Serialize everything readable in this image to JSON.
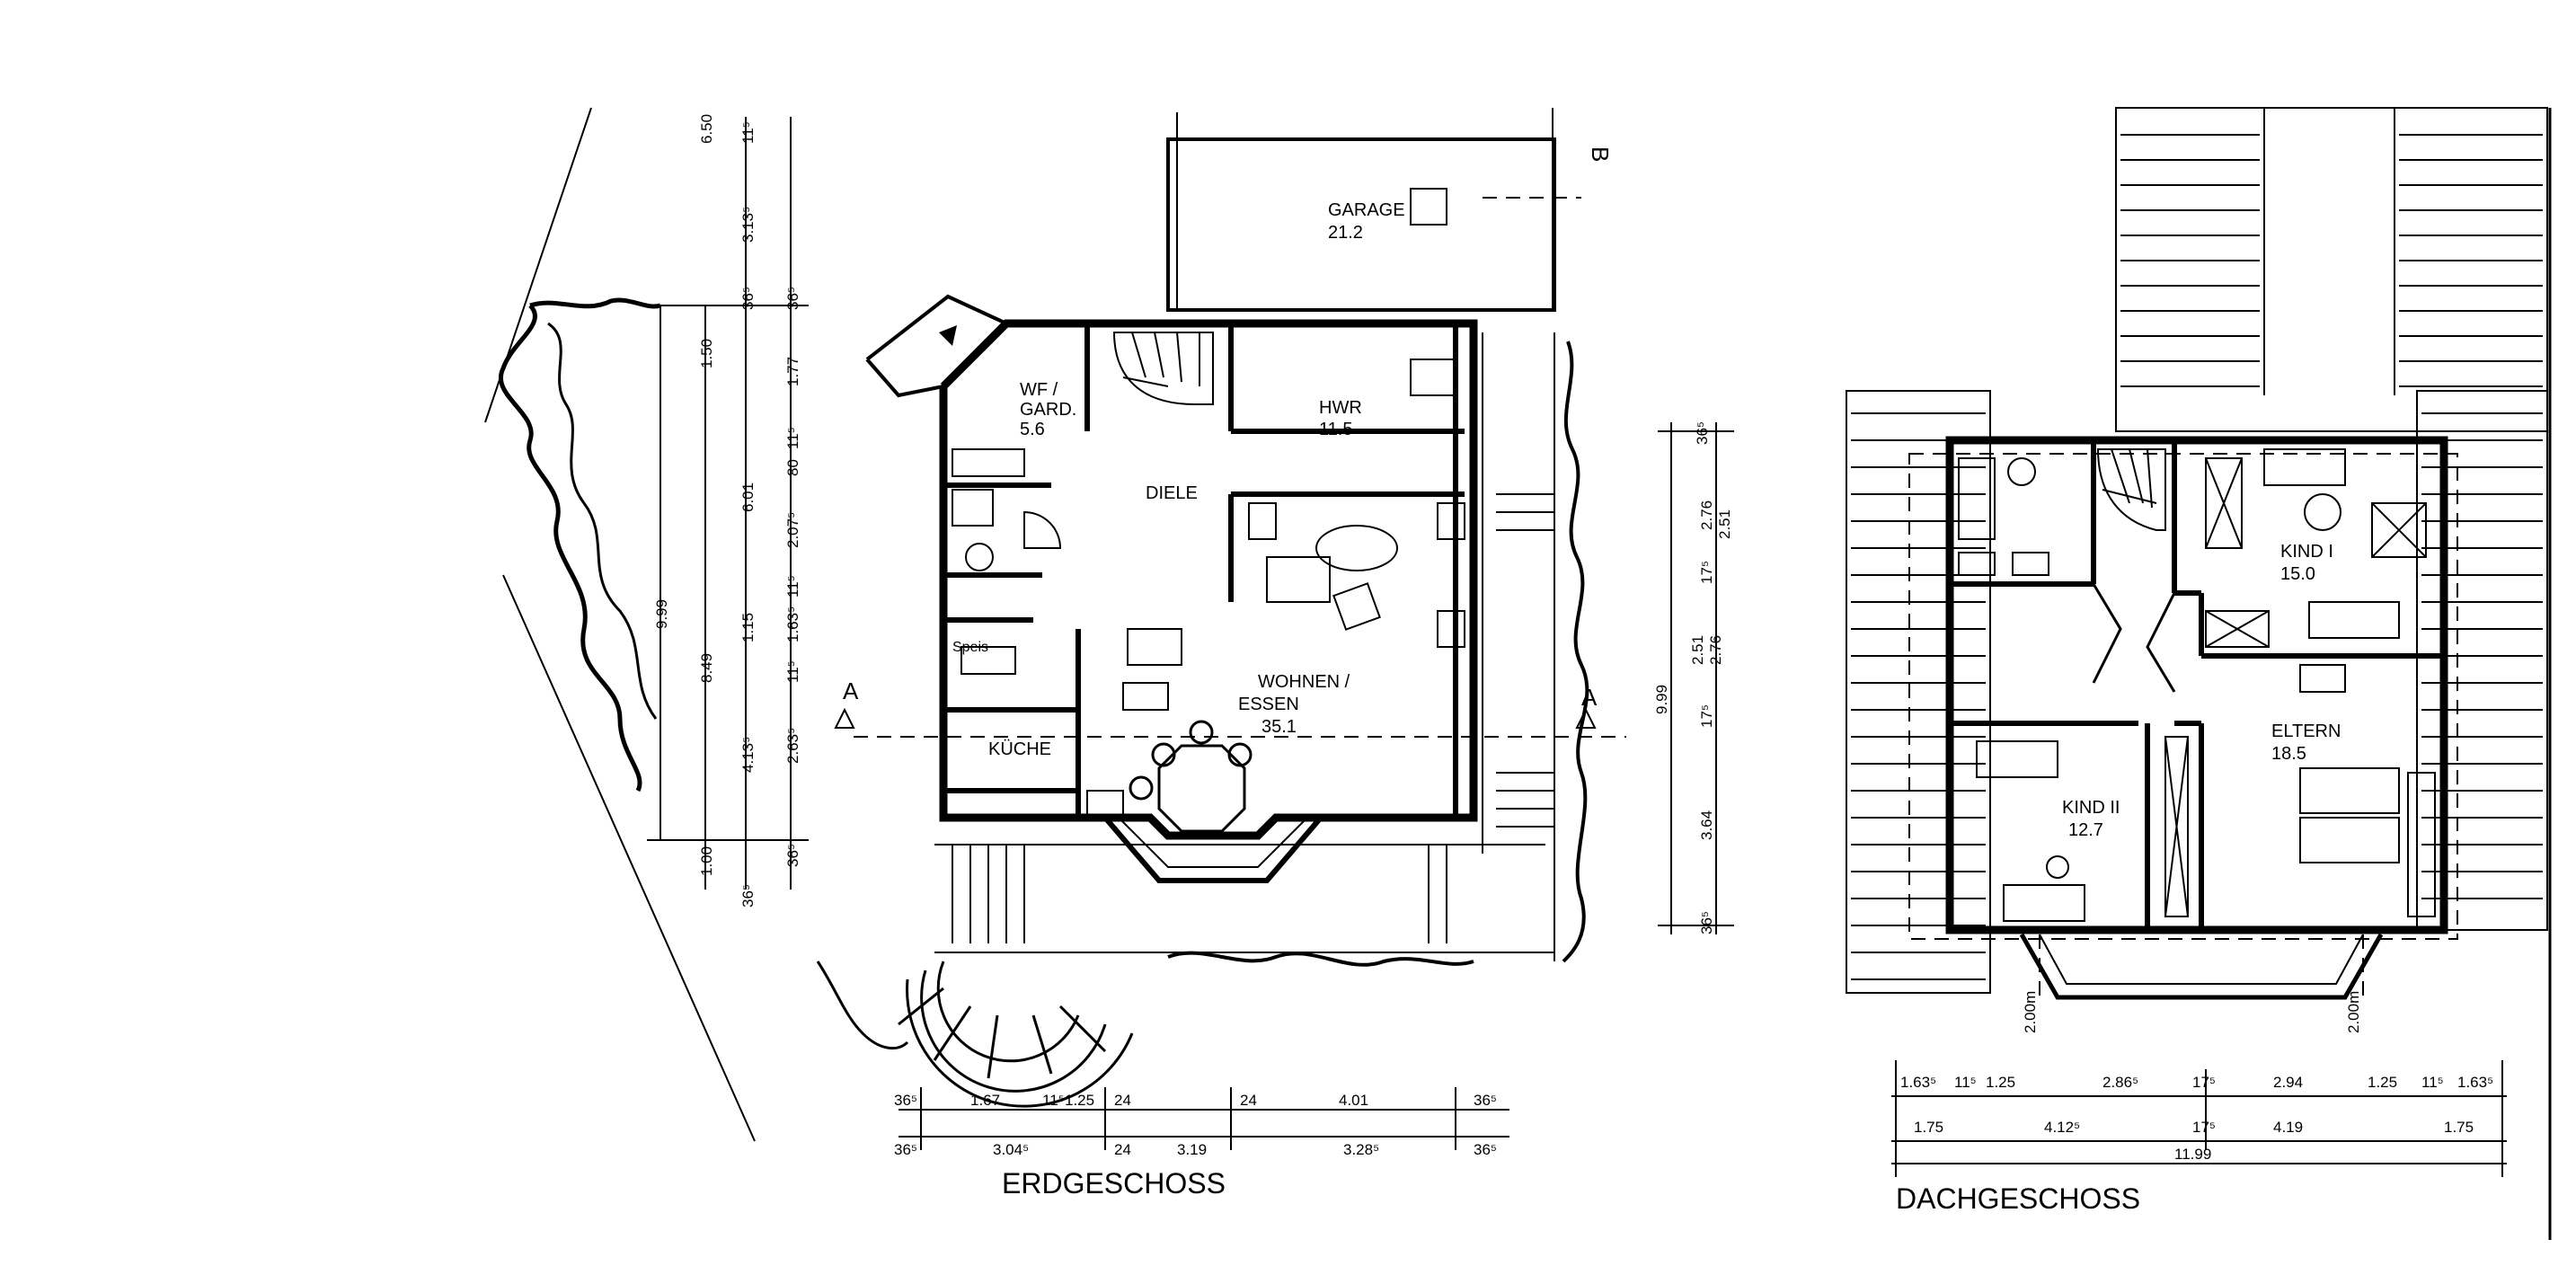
{
  "floors": {
    "ground": {
      "title": "ERDGESCHOSS",
      "rooms": {
        "garage": {
          "name": "GARAGE",
          "area": "21.2"
        },
        "wf_gard_line1": "WF /",
        "wf_gard_line2": "GARD.",
        "wf_gard_area": "5.6",
        "hwr": {
          "name": "HWR",
          "area": "11.5"
        },
        "diele": "DIELE",
        "wohnen_line1": "WOHNEN /",
        "wohnen_line2": "ESSEN",
        "wohnen_area": "35.1",
        "speis": "Speis",
        "kueche": "KÜCHE"
      },
      "section_marks": {
        "a_left": "A",
        "a_right": "A",
        "b_top": "B"
      },
      "left_dims": [
        "6.50",
        "11⁵",
        "3.13⁵",
        "36⁵",
        "36⁵",
        "1.50",
        "1.77",
        "11⁵",
        "80",
        "6.01",
        "2.07⁵",
        "9.99",
        "11⁵",
        "1.15",
        "8.49",
        "1.63⁵",
        "11⁵",
        "4.13⁵",
        "2.63⁵",
        "1.00",
        "36⁵",
        "36⁵"
      ],
      "right_dims": [
        "36⁵",
        "2.76",
        "2.51",
        "17⁵",
        "9.99",
        "2.51",
        "2.76",
        "17⁵",
        "3.64",
        "36⁵"
      ],
      "bottom_dims_row1": [
        "36⁵",
        "1.67",
        "11⁵",
        "1.25",
        "24",
        "24",
        "4.01",
        "36⁵"
      ],
      "bottom_dims_row2": [
        "36⁵",
        "3.04⁵",
        "24",
        "3.19",
        "3.28⁵",
        "36⁵"
      ]
    },
    "attic": {
      "title": "DACHGESCHOSS",
      "rooms": {
        "kind1": {
          "name": "KIND I",
          "area": "15.0"
        },
        "eltern": {
          "name": "ELTERN",
          "area": "18.5"
        },
        "kind2": {
          "name": "KIND II",
          "area": "12.7"
        }
      },
      "heights": [
        "2.00m",
        "2.00m"
      ],
      "bottom_dims_row1": [
        "1.63⁵",
        "11⁵",
        "1.25",
        "2.86⁵",
        "17⁵",
        "2.94",
        "1.25",
        "11⁵",
        "1.63⁵"
      ],
      "bottom_dims_row2": [
        "1.75",
        "4.12⁵",
        "17⁵",
        "4.19",
        "1.75"
      ],
      "bottom_total": "11.99"
    }
  }
}
